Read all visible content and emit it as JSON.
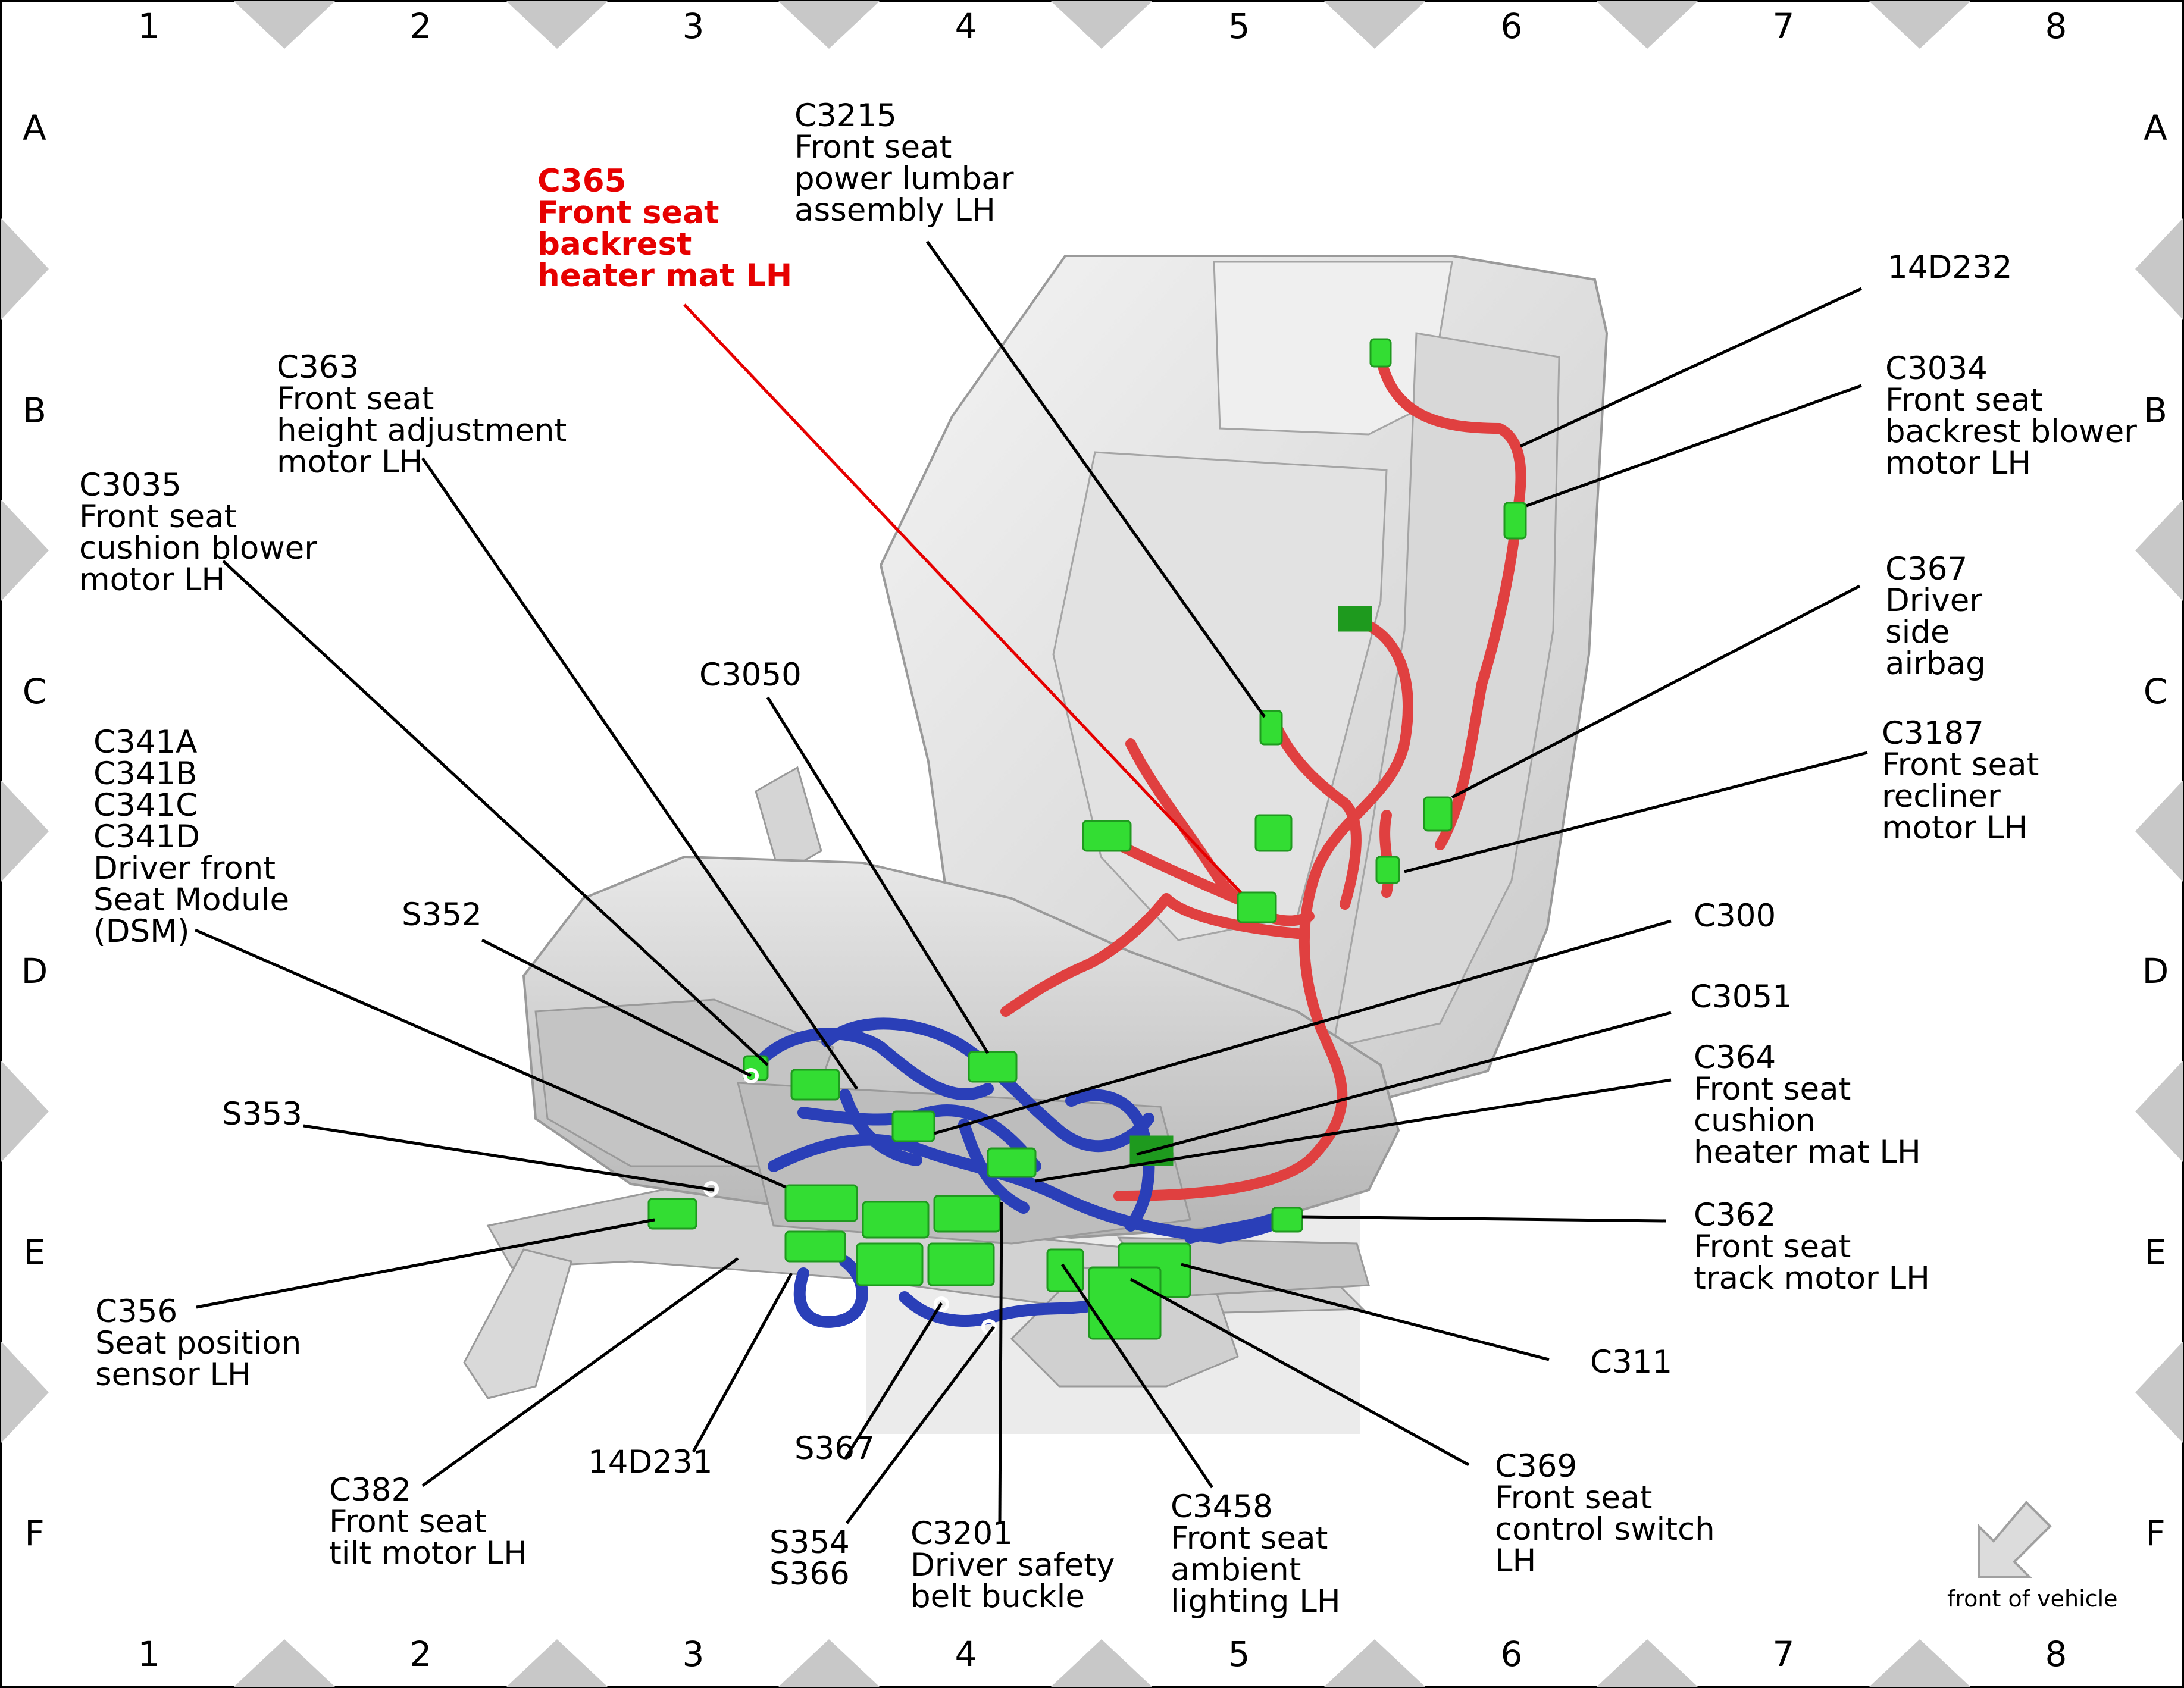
{
  "grid": {
    "columns": [
      "1",
      "2",
      "3",
      "4",
      "5",
      "6",
      "7",
      "8"
    ],
    "rows": [
      "A",
      "B",
      "C",
      "D",
      "E",
      "F"
    ]
  },
  "callouts": [
    {
      "id": "c365",
      "highlighted": true,
      "lines": [
        "C365",
        "Front seat",
        "backrest",
        "heater mat LH"
      ]
    },
    {
      "id": "c3215",
      "lines": [
        "C3215",
        "Front seat",
        "power lumbar",
        "assembly LH"
      ]
    },
    {
      "id": "14d232",
      "lines": [
        "14D232"
      ]
    },
    {
      "id": "c3034",
      "lines": [
        "C3034",
        "Front seat",
        "backrest blower",
        "motor LH"
      ]
    },
    {
      "id": "c367",
      "lines": [
        "C367",
        "Driver",
        "side",
        "airbag"
      ]
    },
    {
      "id": "c3187",
      "lines": [
        "C3187",
        "Front seat",
        "recliner",
        "motor LH"
      ]
    },
    {
      "id": "c300",
      "lines": [
        "C300"
      ]
    },
    {
      "id": "c3051",
      "lines": [
        "C3051"
      ]
    },
    {
      "id": "c364",
      "lines": [
        "C364",
        "Front seat",
        "cushion",
        "heater mat LH"
      ]
    },
    {
      "id": "c362",
      "lines": [
        "C362",
        "Front seat",
        "track motor LH"
      ]
    },
    {
      "id": "c311",
      "lines": [
        "C311"
      ]
    },
    {
      "id": "c369",
      "lines": [
        "C369",
        "Front seat",
        "control switch",
        "LH"
      ]
    },
    {
      "id": "c3458",
      "lines": [
        "C3458",
        "Front seat",
        "ambient",
        "lighting LH"
      ]
    },
    {
      "id": "c3201",
      "lines": [
        "C3201",
        "Driver safety",
        "belt buckle"
      ]
    },
    {
      "id": "s354",
      "lines": [
        "S354",
        "S366"
      ]
    },
    {
      "id": "s367",
      "lines": [
        "S367"
      ]
    },
    {
      "id": "14d231",
      "lines": [
        "14D231"
      ]
    },
    {
      "id": "c382",
      "lines": [
        "C382",
        "Front seat",
        "tilt motor LH"
      ]
    },
    {
      "id": "c356",
      "lines": [
        "C356",
        "Seat position",
        "sensor LH"
      ]
    },
    {
      "id": "s353",
      "lines": [
        "S353"
      ]
    },
    {
      "id": "s352",
      "lines": [
        "S352"
      ]
    },
    {
      "id": "c341",
      "lines": [
        "C341A",
        "C341B",
        "C341C",
        "C341D",
        "Driver front",
        "Seat Module",
        "(DSM)"
      ]
    },
    {
      "id": "c3035",
      "lines": [
        "C3035",
        "Front seat",
        "cushion blower",
        "motor LH"
      ]
    },
    {
      "id": "c363",
      "lines": [
        "C363",
        "Front seat",
        "height adjustment",
        "motor LH"
      ]
    },
    {
      "id": "c3050",
      "lines": [
        "C3050"
      ]
    }
  ],
  "front_indicator": {
    "label": "front of vehicle",
    "icon": "front-arrow-icon"
  },
  "colors": {
    "highlight": "#e60000",
    "connector": "#33dd33",
    "harness_backrest": "#e04040",
    "harness_cushion": "#2a3fb8",
    "seat": "#e4e4e4"
  }
}
